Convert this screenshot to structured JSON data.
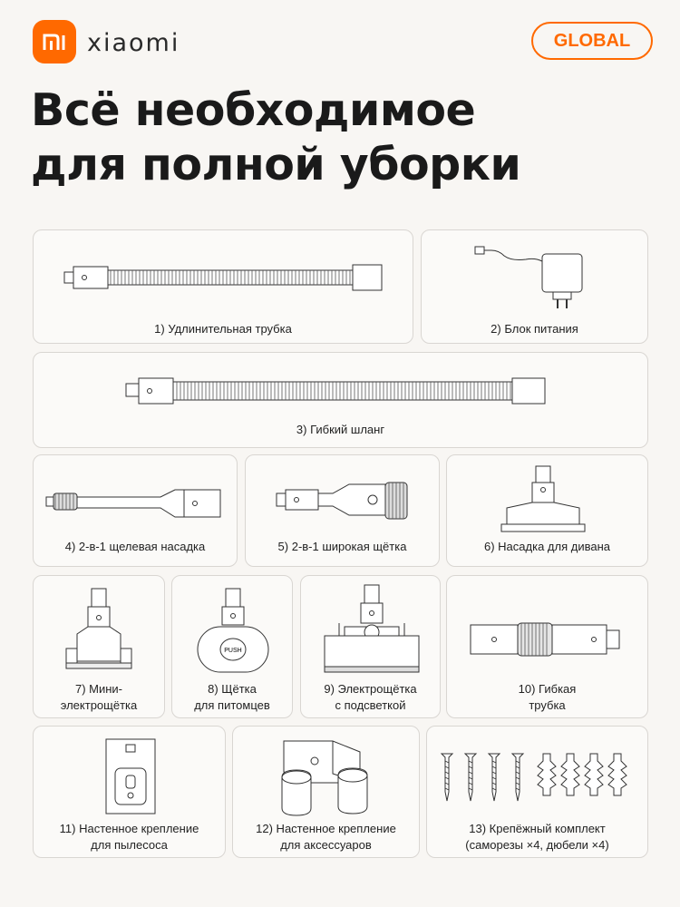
{
  "brand": {
    "logo_text": "mi",
    "name": "xiaomi",
    "badge": "GLOBAL",
    "accent": "#ff6900"
  },
  "title": {
    "line1": "Всё необходимое",
    "line2": "для полной уборки"
  },
  "items": [
    {
      "caption": "1) Удлинительная трубка",
      "icon": "extension-tube-icon"
    },
    {
      "caption": "2) Блок питания",
      "icon": "power-adapter-icon"
    },
    {
      "caption": "3) Гибкий шланг",
      "icon": "flexible-hose-icon"
    },
    {
      "caption": "4) 2-в-1 щелевая насадка",
      "icon": "crevice-tool-icon"
    },
    {
      "caption": "5) 2-в-1 широкая щётка",
      "icon": "wide-brush-icon"
    },
    {
      "caption": "6) Насадка для дивана",
      "icon": "sofa-nozzle-icon"
    },
    {
      "caption": "7) Мини-\nэлектрощётка",
      "icon": "mini-electric-brush-icon"
    },
    {
      "caption": "8) Щётка\nдля питомцев",
      "icon": "pet-brush-icon",
      "push_label": "PUSH"
    },
    {
      "caption": "9) Электрощётка\nс подсветкой",
      "icon": "lit-electric-brush-icon"
    },
    {
      "caption": "10) Гибкая\nтрубка",
      "icon": "flexible-tube-icon"
    },
    {
      "caption": "11) Настенное крепление\nдля пылесоса",
      "icon": "vacuum-wall-mount-icon"
    },
    {
      "caption": "12) Настенное крепление\nдля аксессуаров",
      "icon": "accessory-wall-mount-icon"
    },
    {
      "caption": "13) Крепёжный комплект\n(саморезы ×4, дюбели ×4)",
      "icon": "fastener-kit-icon"
    }
  ]
}
